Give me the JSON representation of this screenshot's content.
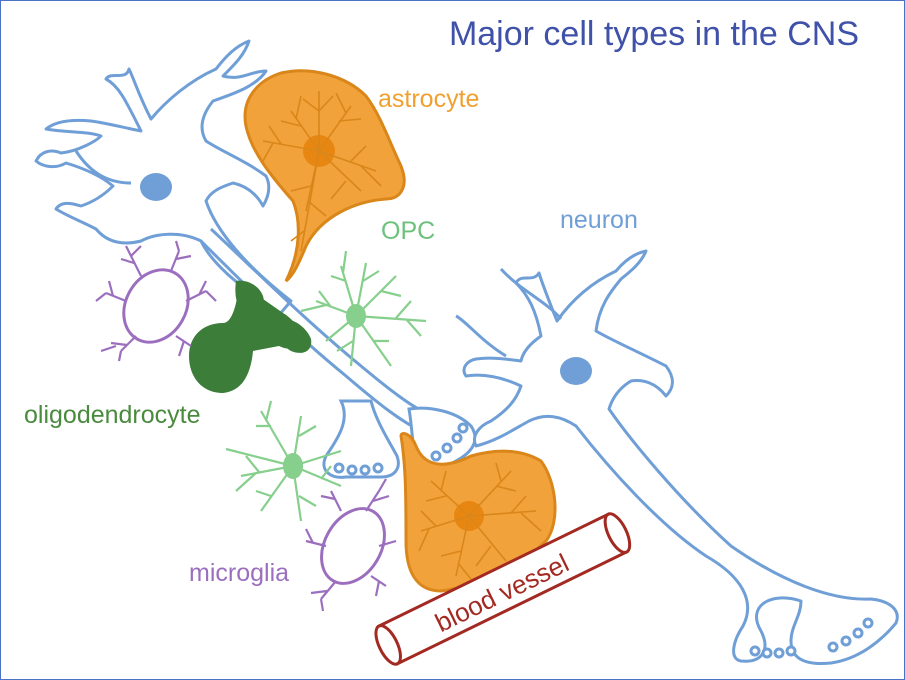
{
  "title": "Major cell types in the CNS",
  "labels": {
    "astrocyte": "astrocyte",
    "opc": "OPC",
    "neuron": "neuron",
    "oligodendrocyte": "oligodendrocyte",
    "microglia": "microglia",
    "blood_vessel": "blood vessel"
  },
  "colors": {
    "title": "#3f51a8",
    "neuron": "#6f9fd6",
    "neuron_nucleus": "#6f9fd6",
    "astrocyte_fill": "#f2a23b",
    "astrocyte_stroke": "#d9861a",
    "astrocyte_label": "#f0a030",
    "opc": "#86cf8c",
    "opc_label": "#6cc27a",
    "oligodendrocyte": "#3d7d3a",
    "oligodendrocyte_label": "#4a8a3e",
    "microglia": "#9b6fbe",
    "microglia_label": "#9b6fbe",
    "blood_vessel": "#a32a22",
    "border": "#4a73c6"
  }
}
